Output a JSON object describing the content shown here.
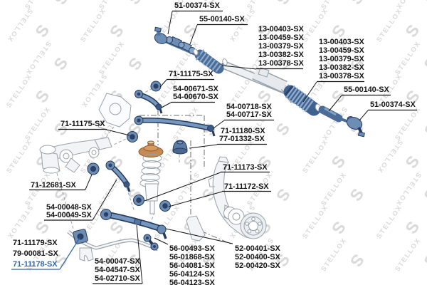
{
  "watermark": {
    "text": "STELLOX",
    "logo_glyph": "S",
    "color": "#dadada"
  },
  "diagram": {
    "highlight_color": "#2e68b0",
    "part_blue": "#6c8cb2",
    "outline_gray": "#99a2ab",
    "spring_seat_orange": "#c68a52",
    "labels": [
      {
        "text": "51-00374-SX"
      },
      {
        "text": "55-00140-SX"
      },
      {
        "text": "13-00403-SX"
      },
      {
        "text": "13-00459-SX"
      },
      {
        "text": "13-00379-SX"
      },
      {
        "text": "13-00382-SX"
      },
      {
        "text": "13-00378-SX"
      },
      {
        "text": "13-00403-SX"
      },
      {
        "text": "13-00459-SX"
      },
      {
        "text": "13-00379-SX"
      },
      {
        "text": "13-00382-SX"
      },
      {
        "text": "13-00378-SX"
      },
      {
        "text": "55-00140-SX"
      },
      {
        "text": "51-00374-SX"
      },
      {
        "text": "71-11175-SX"
      },
      {
        "text": "54-00671-SX"
      },
      {
        "text": "54-00670-SX"
      },
      {
        "text": "54-00718-SX"
      },
      {
        "text": "54-00717-SX"
      },
      {
        "text": "71-11180-SX"
      },
      {
        "text": "77-01332-SX"
      },
      {
        "text": "71-11175-SX"
      },
      {
        "text": "71-12681-SX"
      },
      {
        "text": "54-00048-SX"
      },
      {
        "text": "54-00049-SX"
      },
      {
        "text": "71-11173-SX"
      },
      {
        "text": "71-11172-SX"
      },
      {
        "text": "71-11179-SX"
      },
      {
        "text": "79-00081-SX"
      },
      {
        "text": "71-11178-SX",
        "highlighted": true
      },
      {
        "text": "54-00047-SX"
      },
      {
        "text": "54-04547-SX"
      },
      {
        "text": "54-02710-SX"
      },
      {
        "text": "56-00493-SX"
      },
      {
        "text": "56-01868-SX"
      },
      {
        "text": "56-04081-SX"
      },
      {
        "text": "56-04124-SX"
      },
      {
        "text": "56-04123-SX"
      },
      {
        "text": "52-00401-SX"
      },
      {
        "text": "52-00400-SX"
      },
      {
        "text": "52-00420-SX"
      }
    ]
  }
}
